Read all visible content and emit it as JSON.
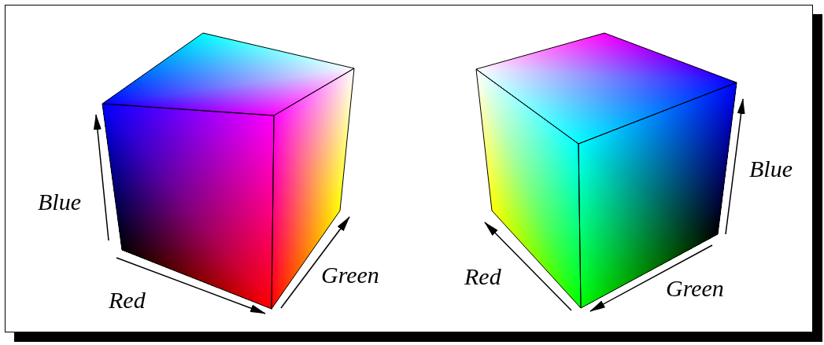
{
  "diagram": {
    "labels": [
      "Blue",
      "Red",
      "Green",
      "Blue",
      "Red",
      "Green"
    ]
  }
}
